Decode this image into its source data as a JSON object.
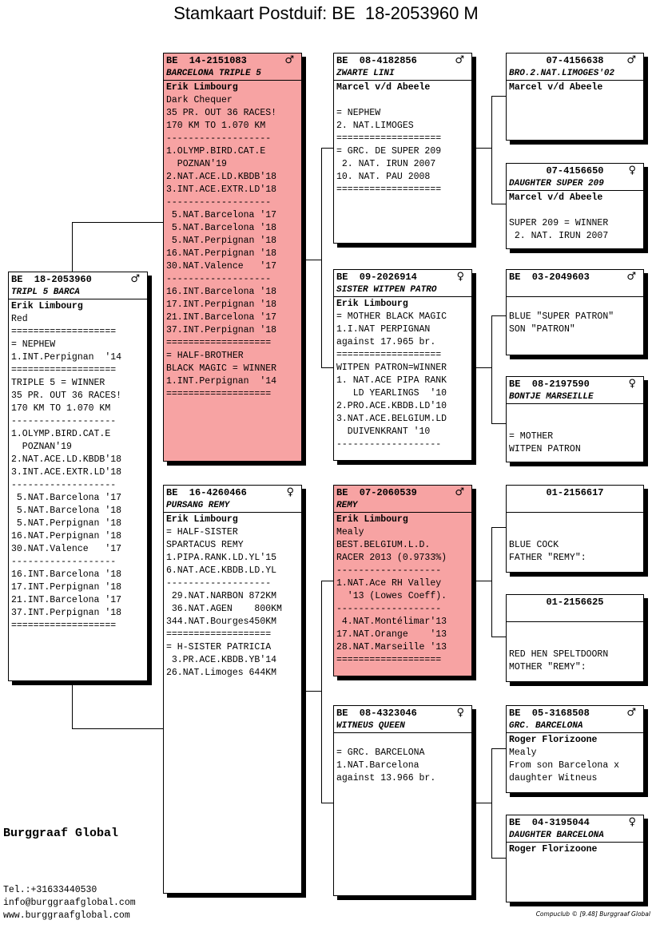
{
  "title": "Stamkaart Postduif: BE  18-2053960 M",
  "brand": "Burggraaf Global",
  "contact": {
    "tel": "Tel.:+31633440530",
    "email": "info@burggraafglobal.com",
    "web": "www.burggraafglobal.com"
  },
  "footer": "Compuclub © [9.48]  Burggraaf Global",
  "symbols": {
    "male": "♂",
    "female": "♀"
  },
  "pigeons": {
    "subject": {
      "ring": "BE  18-2053960",
      "sex": "male",
      "name": "TRIPL 5 BARCA",
      "lines": [
        "Erik Limbourg",
        "Red",
        "===================",
        "= NEPHEW",
        "1.INT.Perpignan  '14",
        "===================",
        "TRIPLE 5 = WINNER",
        "35 PR. OUT 36 RACES!",
        "170 KM TO 1.070 KM",
        "-------------------",
        "1.OLYMP.BIRD.CAT.E",
        "  POZNAN'19",
        "2.NAT.ACE.LD.KBDB'18",
        "3.INT.ACE.EXTR.LD'18",
        "-------------------",
        " 5.NAT.Barcelona '17",
        " 5.NAT.Barcelona '18",
        " 5.NAT.Perpignan '18",
        "16.NAT.Perpignan '18",
        "30.NAT.Valence   '17",
        "-------------------",
        "16.INT.Barcelona '18",
        "17.INT.Perpignan '18",
        "21.INT.Barcelona '17",
        "37.INT.Perpignan '18",
        "==================="
      ]
    },
    "father": {
      "ring": "BE  14-2151083",
      "sex": "male",
      "name": "BARCELONA TRIPLE 5",
      "lines": [
        "Erik Limbourg",
        "Dark Chequer",
        "35 PR. OUT 36 RACES!",
        "170 KM TO 1.070 KM",
        "-------------------",
        "1.OLYMP.BIRD.CAT.E",
        "  POZNAN'19",
        "2.NAT.ACE.LD.KBDB'18",
        "3.INT.ACE.EXTR.LD'18",
        "-------------------",
        " 5.NAT.Barcelona '17",
        " 5.NAT.Barcelona '18",
        " 5.NAT.Perpignan '18",
        "16.NAT.Perpignan '18",
        "30.NAT.Valence   '17",
        "-------------------",
        "16.INT.Barcelona '18",
        "17.INT.Perpignan '18",
        "21.INT.Barcelona '17",
        "37.INT.Perpignan '18",
        "===================",
        "= HALF-BROTHER",
        "BLACK MAGIC = WINNER",
        "1.INT.Perpignan  '14",
        "==================="
      ]
    },
    "mother": {
      "ring": "BE  16-4260466",
      "sex": "female",
      "name": "PURSANG REMY",
      "lines": [
        "Erik Limbourg",
        "= HALF-SISTER",
        "SPARTACUS REMY",
        "1.PIPA.RANK.LD.YL'15",
        "6.NAT.ACE.KBDB.LD.YL",
        "-------------------",
        " 29.NAT.NARBON 872KM",
        " 36.NAT.AGEN    800KM",
        "344.NAT.Bourges450KM",
        "===================",
        "= H-SISTER PATRICIA",
        " 3.PR.ACE.KBDB.YB'14",
        "26.NAT.Limoges 644KM"
      ]
    },
    "ff": {
      "ring": "BE  08-4182856",
      "sex": "male",
      "name": "ZWARTE LINI",
      "lines": [
        "Marcel v/d Abeele",
        "",
        "= NEPHEW",
        "2. NAT.LIMOGES",
        "===================",
        "= GRC. DE SUPER 209",
        " 2. NAT. IRUN 2007",
        "10. NAT. PAU 2008",
        "==================="
      ]
    },
    "fm": {
      "ring": "BE  09-2026914",
      "sex": "female",
      "name": "SISTER WITPEN PATRO",
      "lines": [
        "Erik Limbourg",
        "= MOTHER BLACK MAGIC",
        "1.I.NAT PERPIGNAN",
        "against 17.965 br.",
        "===================",
        "WITPEN PATRON=WINNER",
        "1. NAT.ACE PIPA RANK",
        "   LD YEARLINGS  '10",
        "2.PRO.ACE.KBDB.LD'10",
        "3.NAT.ACE.BELGIUM.LD",
        "  DUIVENKRANT '10",
        "-------------------"
      ]
    },
    "mf": {
      "ring": "BE  07-2060539",
      "sex": "male",
      "name": "REMY",
      "lines": [
        "Erik Limbourg",
        "Mealy",
        "BEST.BELGIUM.L.D.",
        "RACER 2013 (0.9733%)",
        "-------------------",
        "1.NAT.Ace RH Valley",
        "  '13 (Lowes Coeff).",
        "-------------------",
        " 4.NAT.Montélimar'13",
        "17.NAT.Orange    '13",
        "28.NAT.Marseille '13",
        "==================="
      ]
    },
    "mm": {
      "ring": "BE  08-4323046",
      "sex": "female",
      "name": "WITNEUS QUEEN",
      "lines": [
        "",
        "= GRC. BARCELONA",
        "1.NAT.Barcelona",
        "against 13.966 br."
      ]
    },
    "fff": {
      "ring": "07-4156638",
      "sex": "male",
      "name": "BRO.2.NAT.LIMOGES'02",
      "lines": [
        "Marcel v/d Abeele"
      ]
    },
    "ffm": {
      "ring": "07-4156650",
      "sex": "female",
      "name": "DAUGHTER SUPER 209",
      "lines": [
        "Marcel v/d Abeele",
        "",
        "SUPER 209 = WINNER",
        " 2. NAT. IRUN 2007"
      ]
    },
    "fmf": {
      "ring": "BE  03-2049603",
      "sex": "male",
      "name": "",
      "lines": [
        "",
        "BLUE \"SUPER PATRON\"",
        "SON \"PATRON\""
      ]
    },
    "fmm": {
      "ring": "BE  08-2197590",
      "sex": "female",
      "name": "BONTJE MARSEILLE",
      "lines": [
        "",
        "",
        "= MOTHER",
        "WITPEN PATRON"
      ]
    },
    "mff": {
      "ring": "01-2156617",
      "sex": "",
      "name": "",
      "lines": [
        "",
        "",
        "BLUE COCK",
        "FATHER \"REMY\":"
      ]
    },
    "mfm": {
      "ring": "01-2156625",
      "sex": "",
      "name": "",
      "lines": [
        "",
        "",
        "RED HEN SPELTDOORN",
        "MOTHER \"REMY\":"
      ]
    },
    "mmf": {
      "ring": "BE  05-3168508",
      "sex": "male",
      "name": "GRC. BARCELONA",
      "lines": [
        "Roger Florizoone",
        "Mealy",
        "From son Barcelona x",
        "daughter Witneus"
      ]
    },
    "mmm": {
      "ring": "BE  04-3195044",
      "sex": "female",
      "name": "DAUGHTER BARCELONA",
      "lines": [
        "Roger Florizoone"
      ]
    }
  }
}
